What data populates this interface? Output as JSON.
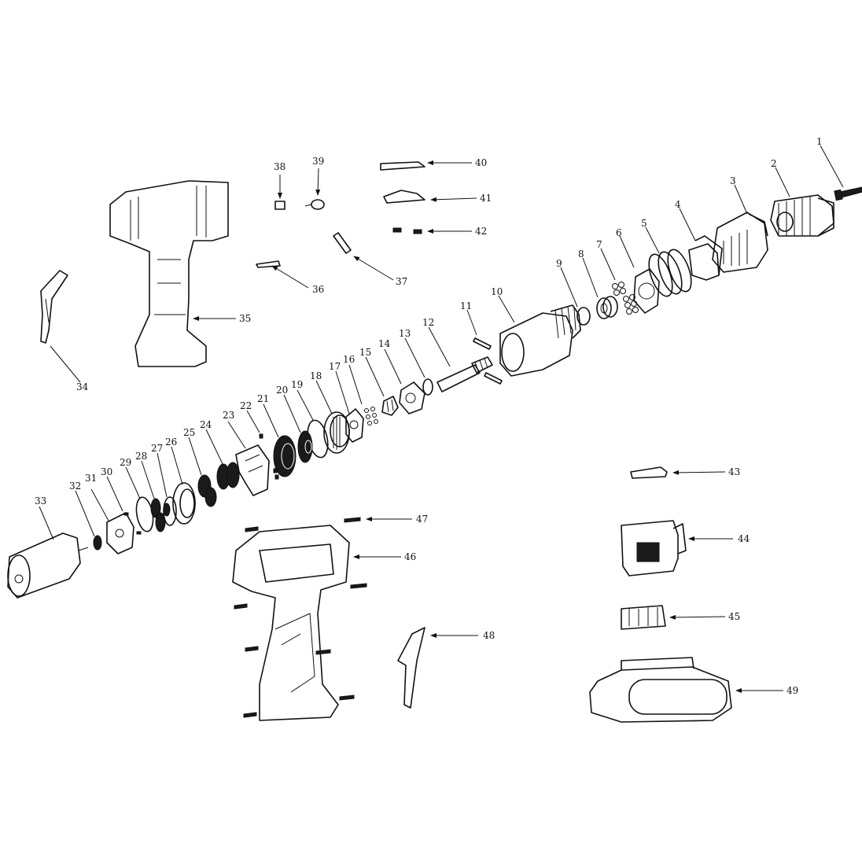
{
  "diagram": {
    "type": "exploded-parts-view",
    "callouts": [
      "1",
      "2",
      "3",
      "4",
      "5",
      "6",
      "7",
      "8",
      "9",
      "10",
      "11",
      "12",
      "13",
      "14",
      "15",
      "16",
      "17",
      "18",
      "19",
      "20",
      "21",
      "22",
      "23",
      "24",
      "25",
      "26",
      "27",
      "28",
      "29",
      "30",
      "31",
      "32",
      "33",
      "34",
      "35",
      "36",
      "37",
      "38",
      "39",
      "40",
      "41",
      "42",
      "43",
      "44",
      "45",
      "46",
      "47",
      "48",
      "49"
    ]
  }
}
